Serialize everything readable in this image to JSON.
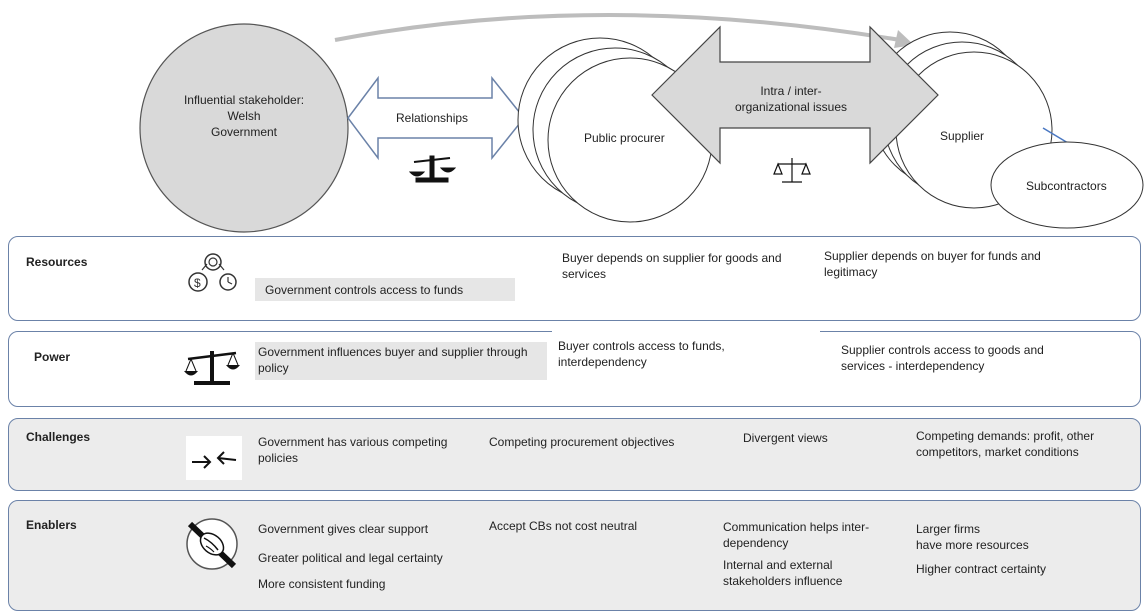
{
  "diagram": {
    "stakeholder": {
      "label_line1": "Influential stakeholder:",
      "label_line2": "Welsh",
      "label_line3": "Government"
    },
    "relationships_label": "Relationships",
    "procurer_label": "Public procurer",
    "issues_label_line1": "Intra / inter-",
    "issues_label_line2": "organizational issues",
    "supplier_label": "Supplier",
    "subcontractors_label": "Subcontractors"
  },
  "rows": {
    "resources": {
      "title": "Resources",
      "icon": "resources-icon",
      "gov": "Government controls access to funds",
      "buyer": "Buyer depends on supplier for goods and services",
      "supplier": "Supplier depends on buyer for funds and legitimacy"
    },
    "power": {
      "title": "Power",
      "icon": "scales-icon",
      "gov": "Government influences buyer and supplier through policy",
      "buyer": "Buyer controls access to funds, interdependency",
      "supplier": "Supplier controls access to goods and services - interdependency"
    },
    "challenges": {
      "title": "Challenges",
      "icon": "opposing-arrows-icon",
      "gov": "Government has various competing policies",
      "buyer": "Competing procurement objectives",
      "relationship": "Divergent views",
      "supplier": "Competing demands: profit,  other competitors, market conditions"
    },
    "enablers": {
      "title": "Enablers",
      "icon": "handshake-icon",
      "gov1": "Government gives clear support",
      "gov2": "Greater political and legal certainty",
      "gov3": "More consistent funding",
      "buyer": "Accept CBs not cost neutral",
      "rel1": "Communication helps inter-dependency",
      "rel2": "Internal and external stakeholders influence",
      "sup1": "Larger firms",
      "sup2": "have more resources",
      "sup3": "Higher contract certainty"
    }
  },
  "colors": {
    "circle_fill": "#d9d9d9",
    "outline": "#6b82a8",
    "band_fill": "#ececec",
    "highlight": "#e6e6e6"
  }
}
